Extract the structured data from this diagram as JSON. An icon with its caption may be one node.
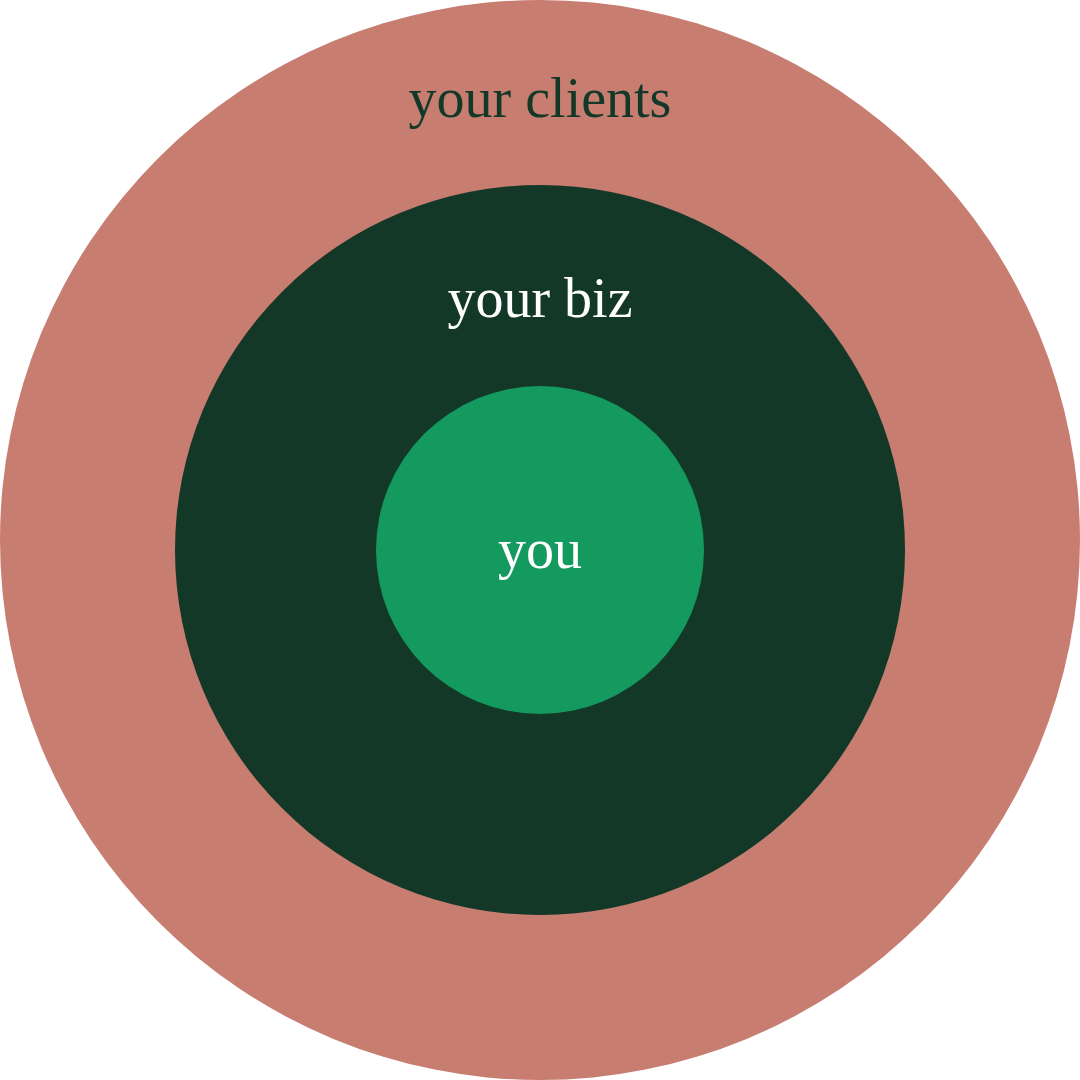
{
  "diagram": {
    "nodes": [
      {
        "text": [
          "your clients"
        ]
      },
      {
        "text": [
          "your biz"
        ],
        "in": 0
      },
      {
        "text": [
          "you"
        ],
        "in": 1
      }
    ]
  }
}
